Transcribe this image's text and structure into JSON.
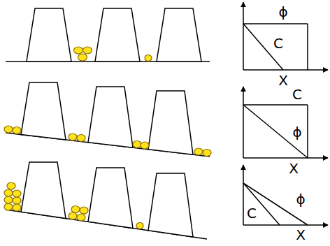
{
  "diagram": {
    "labels": [
      "ϕ",
      "C",
      "X",
      "C",
      "ϕ",
      "X",
      "C",
      "ϕ",
      "X"
    ]
  }
}
